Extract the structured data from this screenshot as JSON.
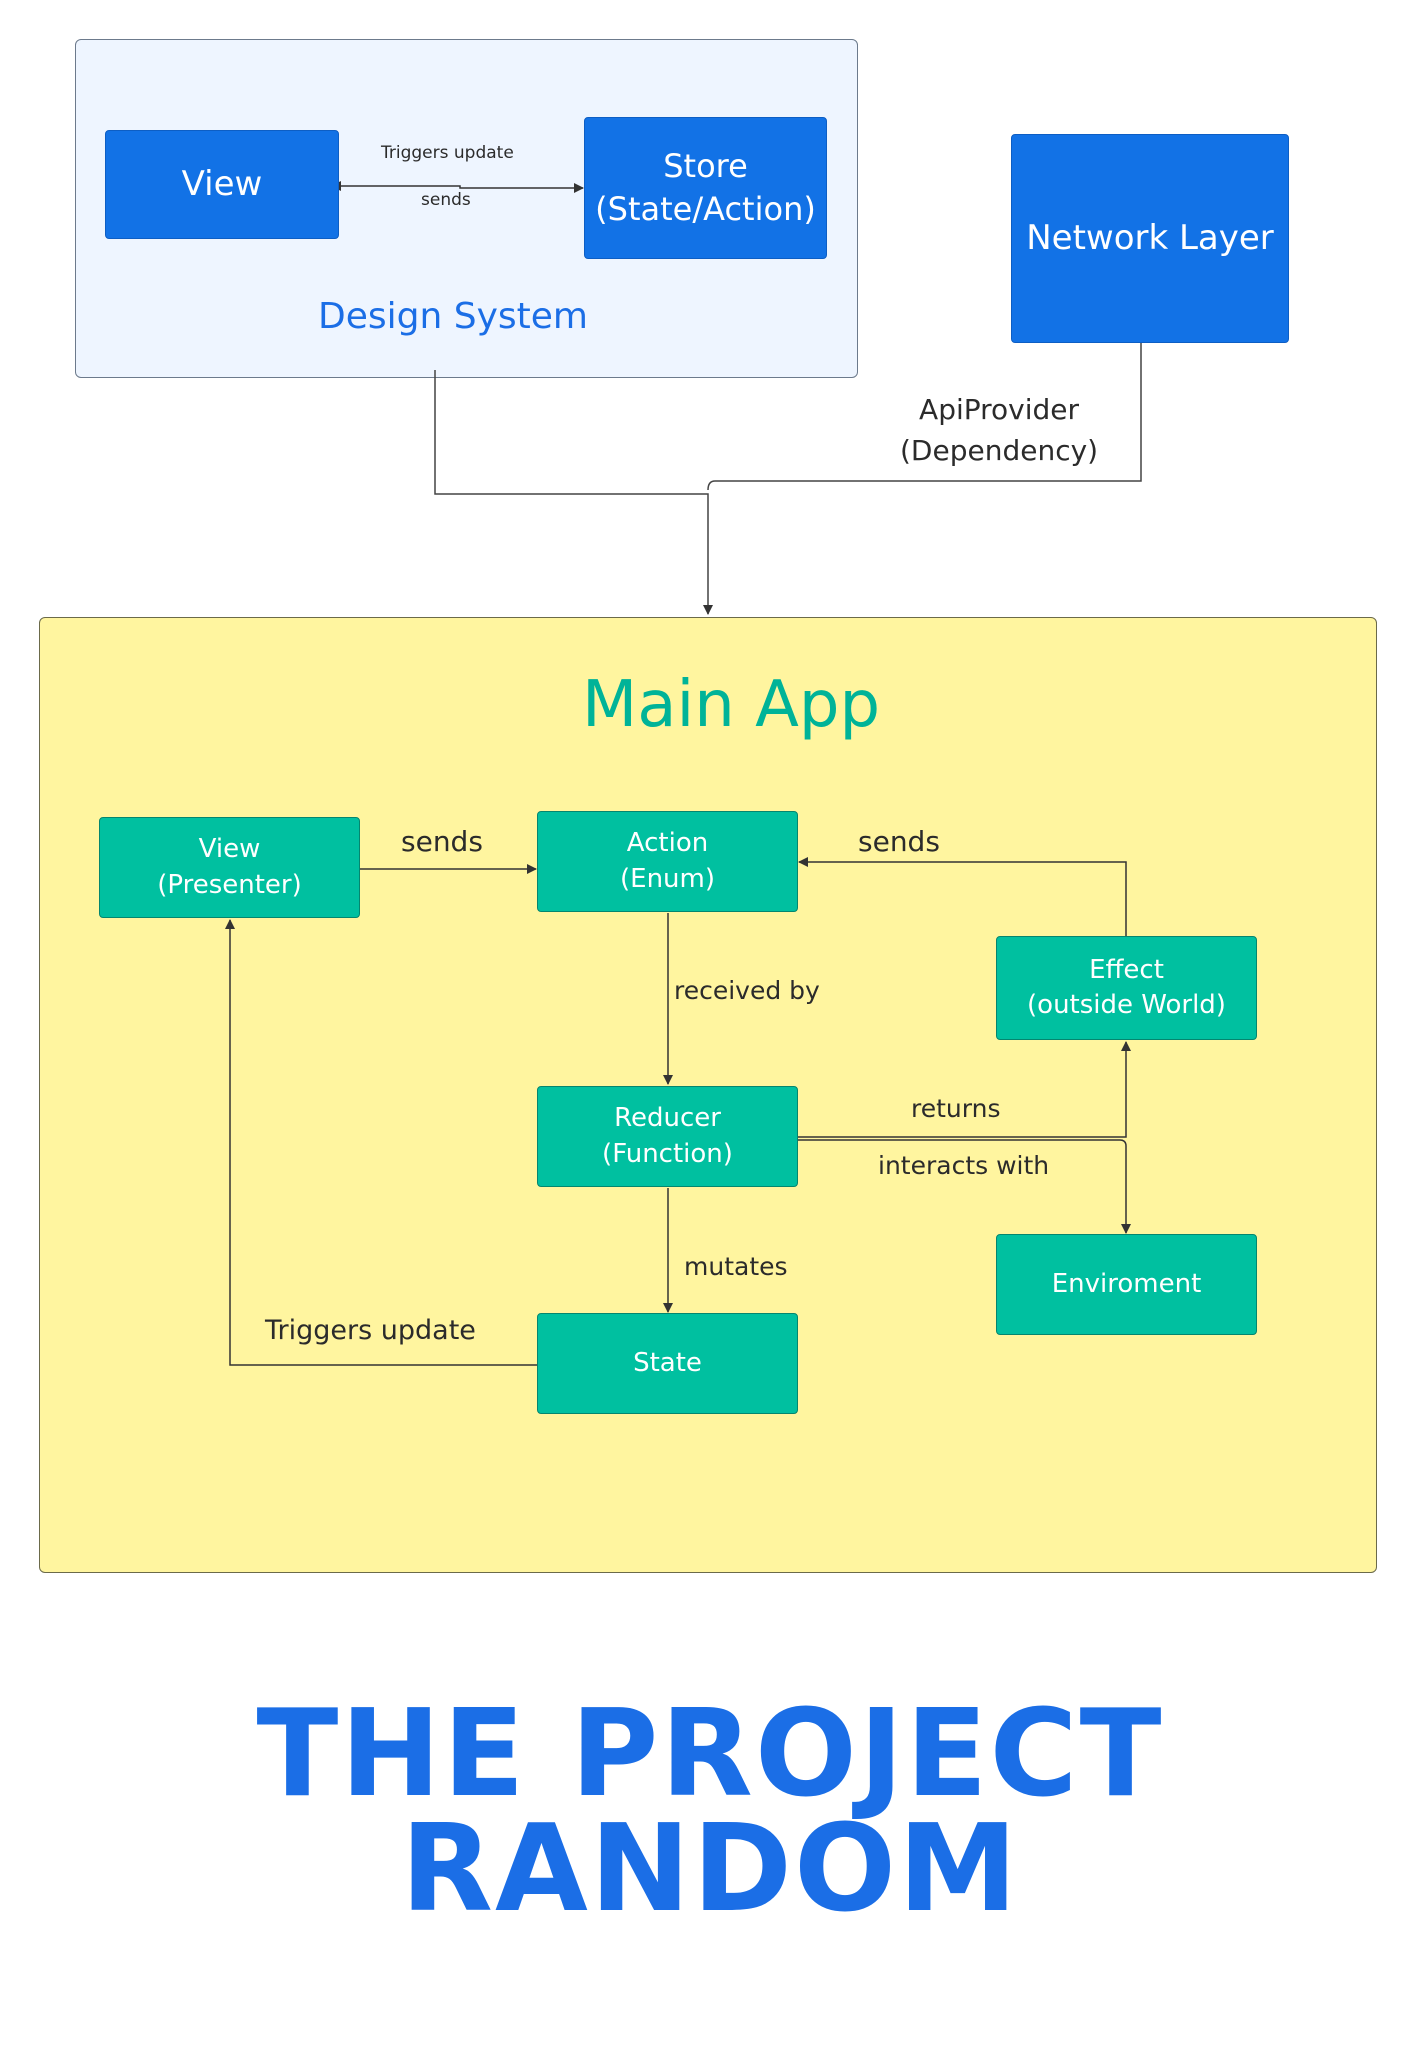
{
  "design_system": {
    "title": "Design System",
    "view_label": "View",
    "store_label": "Store\n(State/Action)",
    "edge_triggers": "Triggers update",
    "edge_sends": "sends"
  },
  "network_layer": {
    "label": "Network Layer",
    "edge_label": "ApiProvider\n(Dependency)"
  },
  "main_app": {
    "title": "Main App",
    "nodes": {
      "view": "View\n(Presenter)",
      "action": "Action\n(Enum)",
      "effect": "Effect\n(outside World)",
      "reducer": "Reducer\n(Function)",
      "state": "State",
      "environment": "Enviroment"
    },
    "edges": {
      "view_to_action": "sends",
      "effect_to_action": "sends",
      "action_to_reducer": "received by",
      "reducer_returns": "returns",
      "reducer_interacts": "interacts with",
      "reducer_to_state": "mutates",
      "state_to_view": "Triggers update"
    }
  },
  "footer": {
    "line1": "THE PROJECT",
    "line2": "RANDOM"
  },
  "colors": {
    "blue_node": "#1272e6",
    "teal_node": "#00c0a0",
    "design_panel": "#eef5ff",
    "main_panel": "#fff59f",
    "main_title": "#00c0a0",
    "footer_text": "#1b6ee6"
  }
}
